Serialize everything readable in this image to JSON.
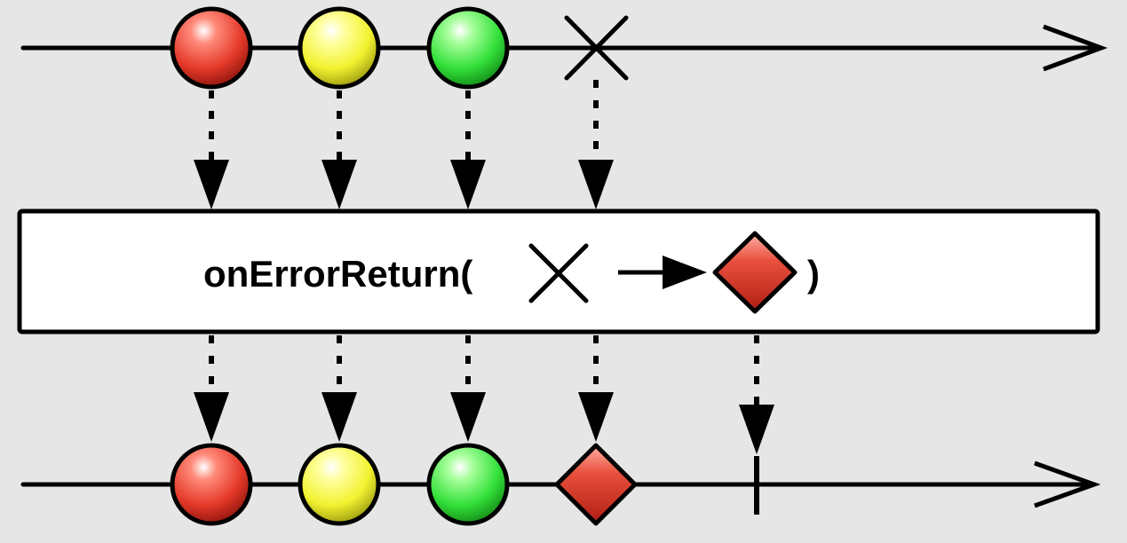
{
  "diagram": {
    "operator_name": "onErrorReturn(",
    "operator_close": ")"
  },
  "colors": {
    "background": "#e6e6e6",
    "red": "#e53a2a",
    "yellow": "#ffff33",
    "green": "#33e03a",
    "line": "#000000",
    "box_fill": "#ffffff"
  },
  "source_items": [
    {
      "kind": "item",
      "color": "red"
    },
    {
      "kind": "item",
      "color": "yellow"
    },
    {
      "kind": "item",
      "color": "green"
    },
    {
      "kind": "error"
    }
  ],
  "result_items": [
    {
      "kind": "item",
      "color": "red"
    },
    {
      "kind": "item",
      "color": "yellow"
    },
    {
      "kind": "item",
      "color": "green"
    },
    {
      "kind": "return-value",
      "color": "red"
    },
    {
      "kind": "completion"
    }
  ]
}
